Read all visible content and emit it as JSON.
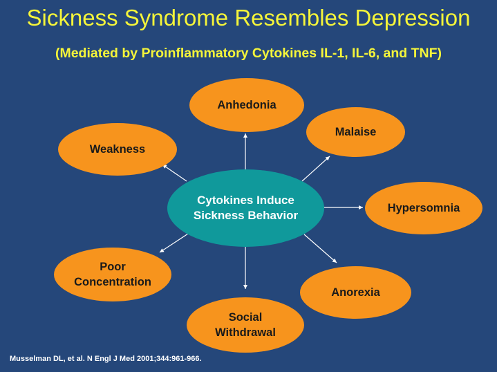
{
  "slide": {
    "title": "Sickness Syndrome Resembles Depression",
    "subtitle": "(Mediated by Proinflammatory Cytokines IL-1, IL-6, and TNF)",
    "citation": "Musselman DL, et al. N Engl J Med 2001;344:961-966."
  },
  "diagram": {
    "center": "Cytokines Induce\nSickness Behavior",
    "nodes": {
      "anhedonia": "Anhedonia",
      "malaise": "Malaise",
      "weakness": "Weakness",
      "hypersomnia": "Hypersomnia",
      "poor_concentration": "Poor\nConcentration",
      "anorexia": "Anorexia",
      "social_withdrawal": "Social\nWithdrawal"
    }
  },
  "colors": {
    "background": "#25477a",
    "title": "#f5f53a",
    "node": "#f7941d",
    "center": "#10999b"
  }
}
